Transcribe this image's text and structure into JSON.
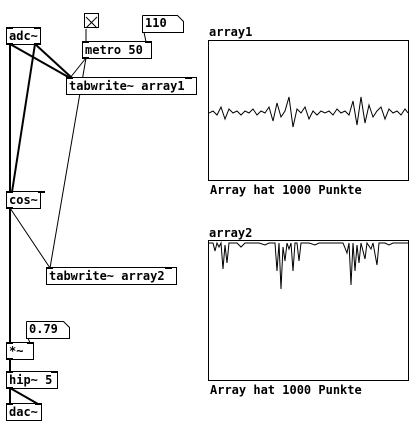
{
  "patch": {
    "objects": {
      "adc": "adc~",
      "metro": "metro 50",
      "tabwrite1": "tabwrite~ array1",
      "cos": "cos~",
      "tabwrite2": "tabwrite~ array2",
      "multiply": "*~",
      "hip": "hip~ 5",
      "dac": "dac~"
    },
    "numbers": {
      "metro_interval": "110",
      "gain": "0.79"
    },
    "arrays": [
      {
        "name": "array1",
        "caption": "Array hat 1000 Punkte"
      },
      {
        "name": "array2",
        "caption": "Array hat 1000 Punkte"
      }
    ]
  },
  "colors": {
    "ink": "#000000",
    "canvas": "#ffffff"
  }
}
